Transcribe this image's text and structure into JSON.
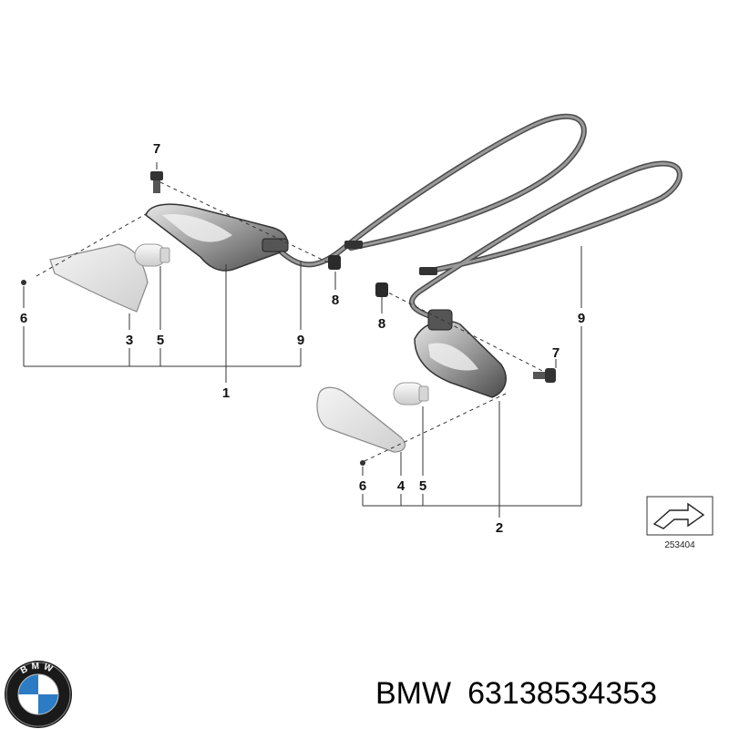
{
  "callouts": {
    "top_unit": {
      "bolt": "7",
      "nut": "8",
      "lens_screw": "6",
      "lens": "3",
      "bulb": "5",
      "cable": "9",
      "assembly": "1"
    },
    "bottom_unit": {
      "bolt": "7",
      "nut": "8",
      "lens_screw": "6",
      "lens": "4",
      "bulb": "5",
      "cable": "9",
      "assembly": "2"
    }
  },
  "diagram_ref": "253404",
  "footer": {
    "brand": "BMW",
    "part_number": "63138534353"
  },
  "logo": {
    "letters": "BMW",
    "icon": "bmw-roundel-icon",
    "colors": {
      "ring": "#1a1a1a",
      "blue": "#2b7cc4",
      "white": "#ffffff"
    }
  }
}
